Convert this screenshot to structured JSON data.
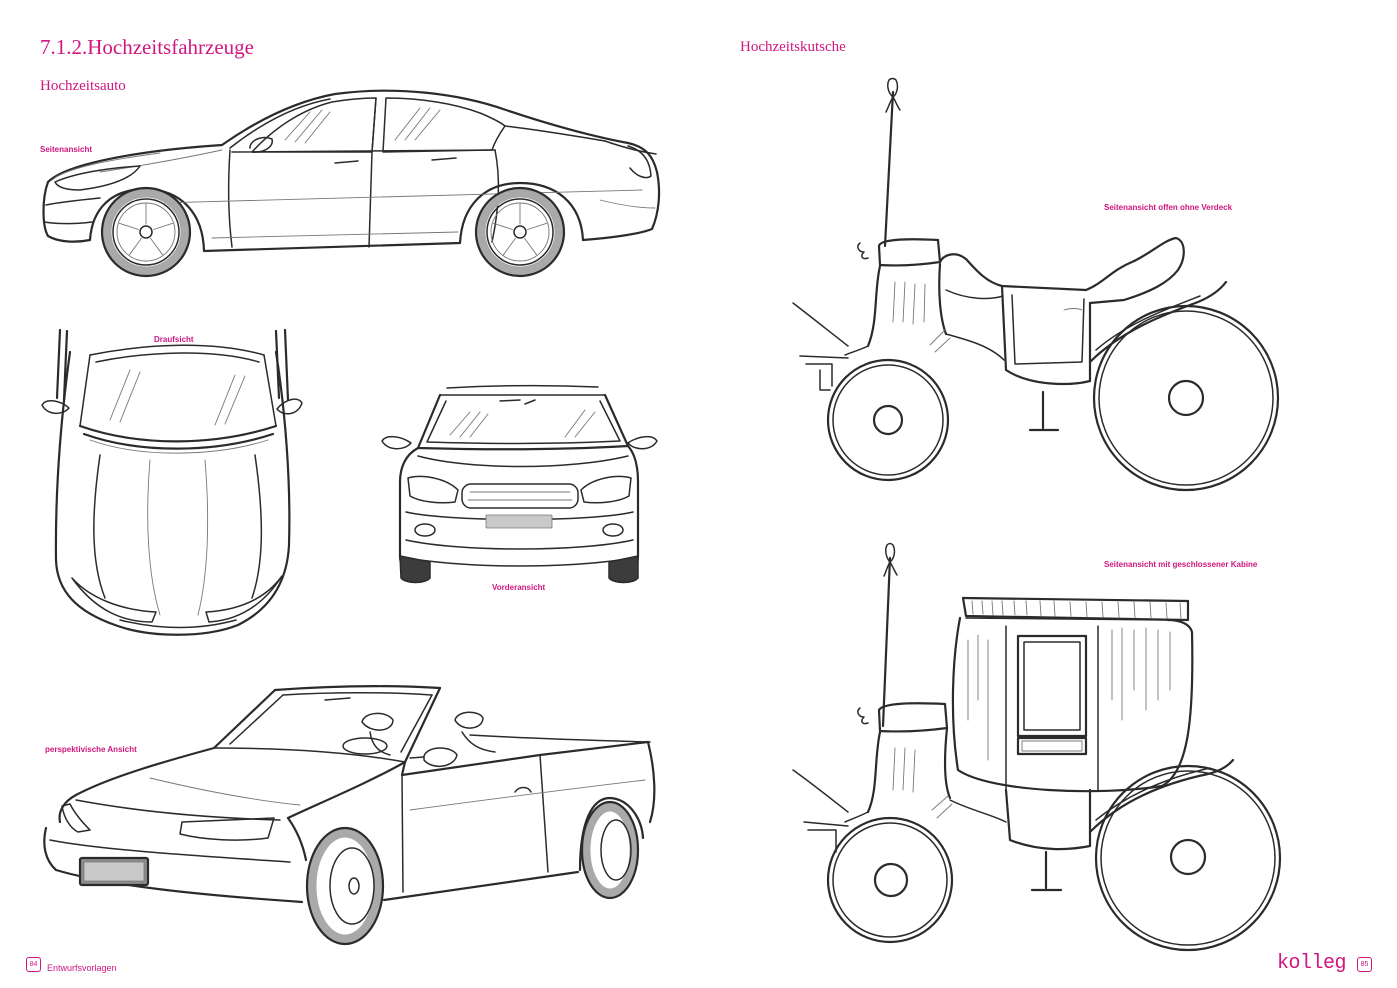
{
  "theme": {
    "accent_color": "#d0167f",
    "ink_color": "#2b2b2b"
  },
  "left_page": {
    "section_title": "7.1.2.Hochzeitsfahrzeuge",
    "heading": "Hochzeitsauto",
    "labels": {
      "side_view": "Seitenansicht",
      "top_view": "Draufsicht",
      "front_view": "Vorderansicht",
      "perspective_view": "perspektivische Ansicht"
    },
    "footer": {
      "page_number": "84",
      "chapter": "Entwurfsvorlagen"
    }
  },
  "right_page": {
    "heading": "Hochzeitskutsche",
    "labels": {
      "open_side_view": "Seitenansicht offen ohne Verdeck",
      "closed_side_view": "Seitenansicht mit geschlossener Kabine"
    },
    "footer": {
      "logo": "kolleg",
      "page_number": "85"
    }
  }
}
